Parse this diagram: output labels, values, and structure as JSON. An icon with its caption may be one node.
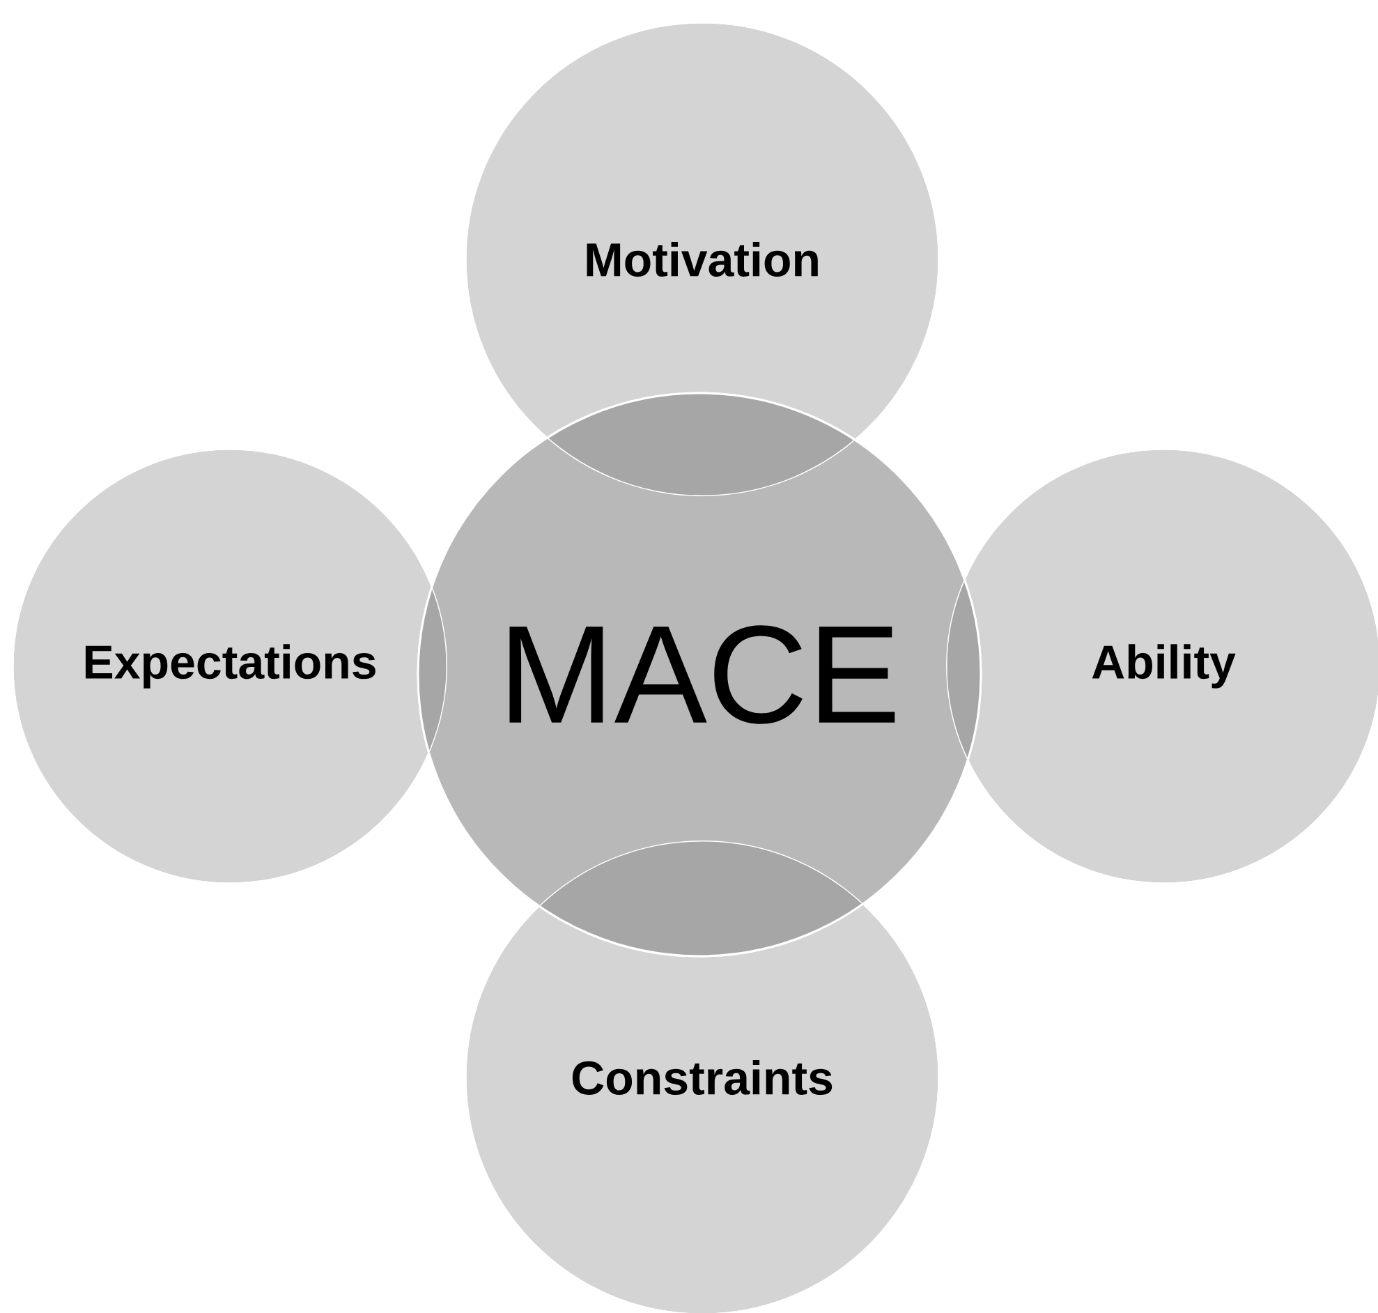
{
  "diagram": {
    "nodes": [
      {
        "text": [
          "Motivation"
        ]
      },
      {
        "text": [
          "Expectations"
        ]
      },
      {
        "text": [
          "MACE"
        ]
      },
      {
        "text": [
          "Ability"
        ]
      },
      {
        "text": [
          "Constraints"
        ]
      }
    ]
  }
}
